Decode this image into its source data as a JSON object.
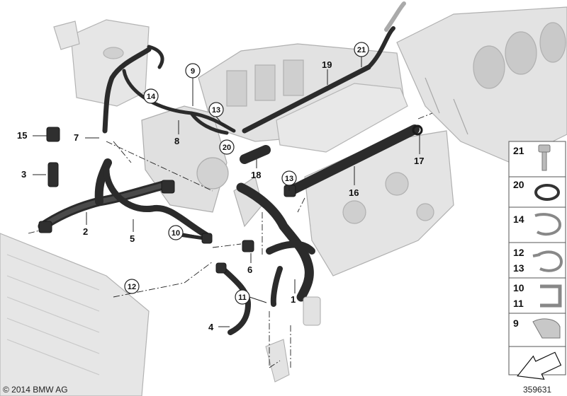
{
  "labels": {
    "p1": "1",
    "p2": "2",
    "p3": "3",
    "p4": "4",
    "p5": "5",
    "p6": "6",
    "p7": "7",
    "p8": "8",
    "p15": "15",
    "p16": "16",
    "p17": "17",
    "p18": "18",
    "p19": "19"
  },
  "circled": {
    "c9": "9",
    "c10": "10",
    "c11": "11",
    "c12": "12",
    "c13a": "13",
    "c13b": "13",
    "c14": "14",
    "c20": "20",
    "c21": "21"
  },
  "legend": {
    "r21": "21",
    "r20": "20",
    "r14": "14",
    "r12": "12",
    "r13": "13",
    "r10": "10",
    "r11": "11",
    "r9": "9"
  },
  "footer": {
    "copyright": "© 2014 BMW AG",
    "diagram_number": "359631"
  }
}
